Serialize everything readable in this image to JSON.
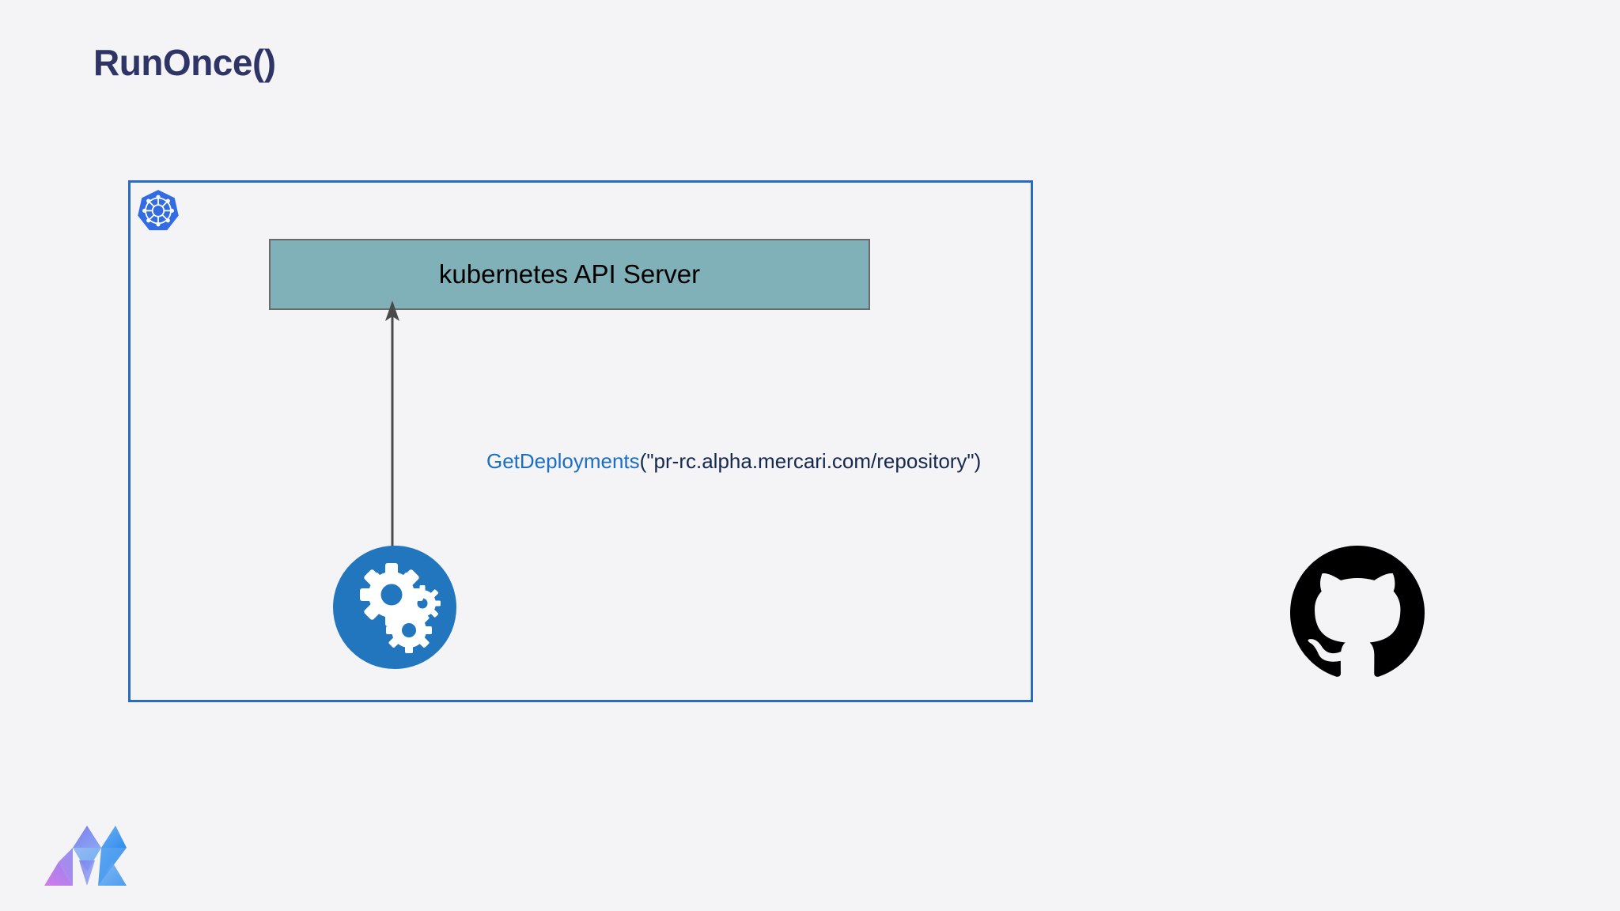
{
  "slide": {
    "title": "RunOnce()",
    "background_color": "#f4f4f6",
    "title_color": "#2e3566"
  },
  "cluster": {
    "name": "kubernetes-cluster-boundary",
    "border_color": "#2a6ac0",
    "logo_icon": "kubernetes-icon",
    "logo_color": "#326ce5"
  },
  "nodes": {
    "api_server": {
      "label": "kubernetes API Server",
      "fill_color": "#80b0b8",
      "border_color": "#6a6a6a",
      "text_color": "#000000"
    },
    "controller": {
      "icon": "gears-icon",
      "circle_color": "#2176bd",
      "gear_color": "#ffffff"
    }
  },
  "edges": {
    "controller_to_api_server": {
      "label": "",
      "color": "#4a4a4a",
      "direction": "up"
    }
  },
  "annotations": {
    "call": {
      "function": "GetDeployments",
      "argument": "(\"pr-rc.alpha.mercari.com/repository\")",
      "function_color": "#1a6fc4",
      "argument_color": "#16284e"
    }
  },
  "logos": {
    "github": {
      "icon": "github-octocat-icon",
      "color": "#000000"
    },
    "brand": {
      "icon": "mercari-m-icon",
      "colors": [
        "#c77ce8",
        "#7d7ae8",
        "#5aa8f0",
        "#2f8ced"
      ]
    }
  }
}
